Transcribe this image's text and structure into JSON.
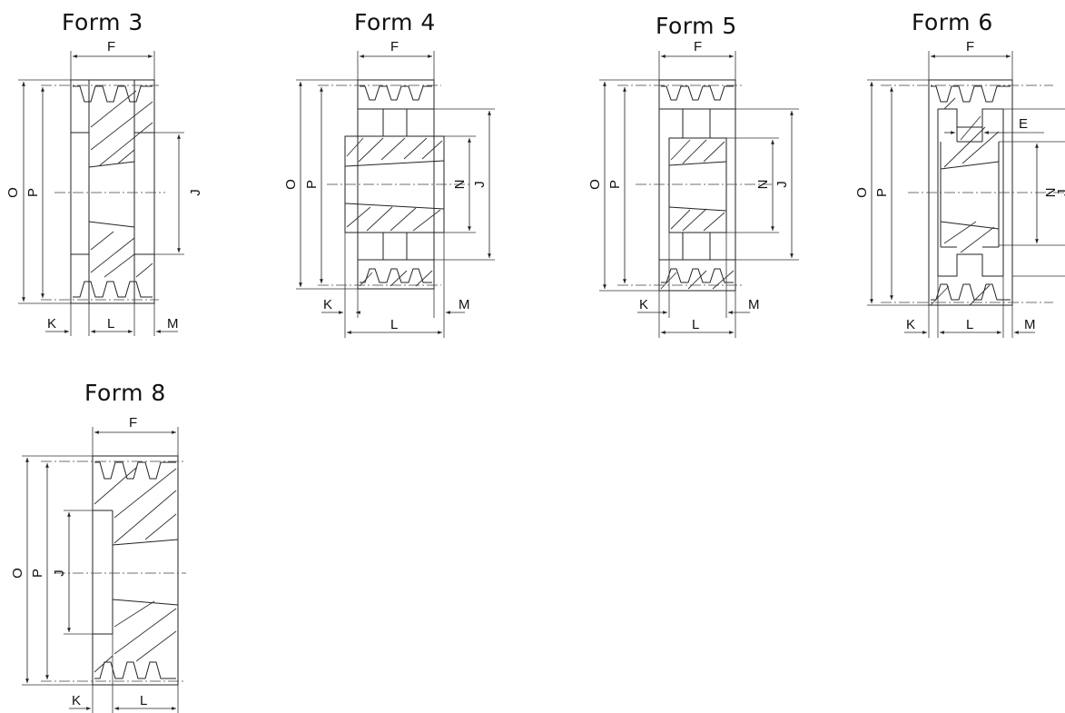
{
  "forms": [
    {
      "title": "Form 3",
      "labels": {
        "F": "F",
        "O": "O",
        "P": "P",
        "J": "J",
        "K": "K",
        "L": "L",
        "M": "M"
      }
    },
    {
      "title": "Form 4",
      "labels": {
        "F": "F",
        "O": "O",
        "P": "P",
        "N": "N",
        "J": "J",
        "K": "K",
        "L": "L",
        "M": "M"
      }
    },
    {
      "title": "Form 5",
      "labels": {
        "F": "F",
        "O": "O",
        "P": "P",
        "N": "N",
        "J": "J",
        "K": "K",
        "L": "L",
        "M": "M"
      }
    },
    {
      "title": "Form 6",
      "labels": {
        "F": "F",
        "E": "E",
        "O": "O",
        "P": "P",
        "N": "N",
        "J": "J",
        "K": "K",
        "L": "L",
        "M": "M"
      }
    },
    {
      "title": "Form 8",
      "labels": {
        "F": "F",
        "O": "O",
        "P": "P",
        "J": "J",
        "K": "K",
        "L": "L"
      }
    }
  ]
}
